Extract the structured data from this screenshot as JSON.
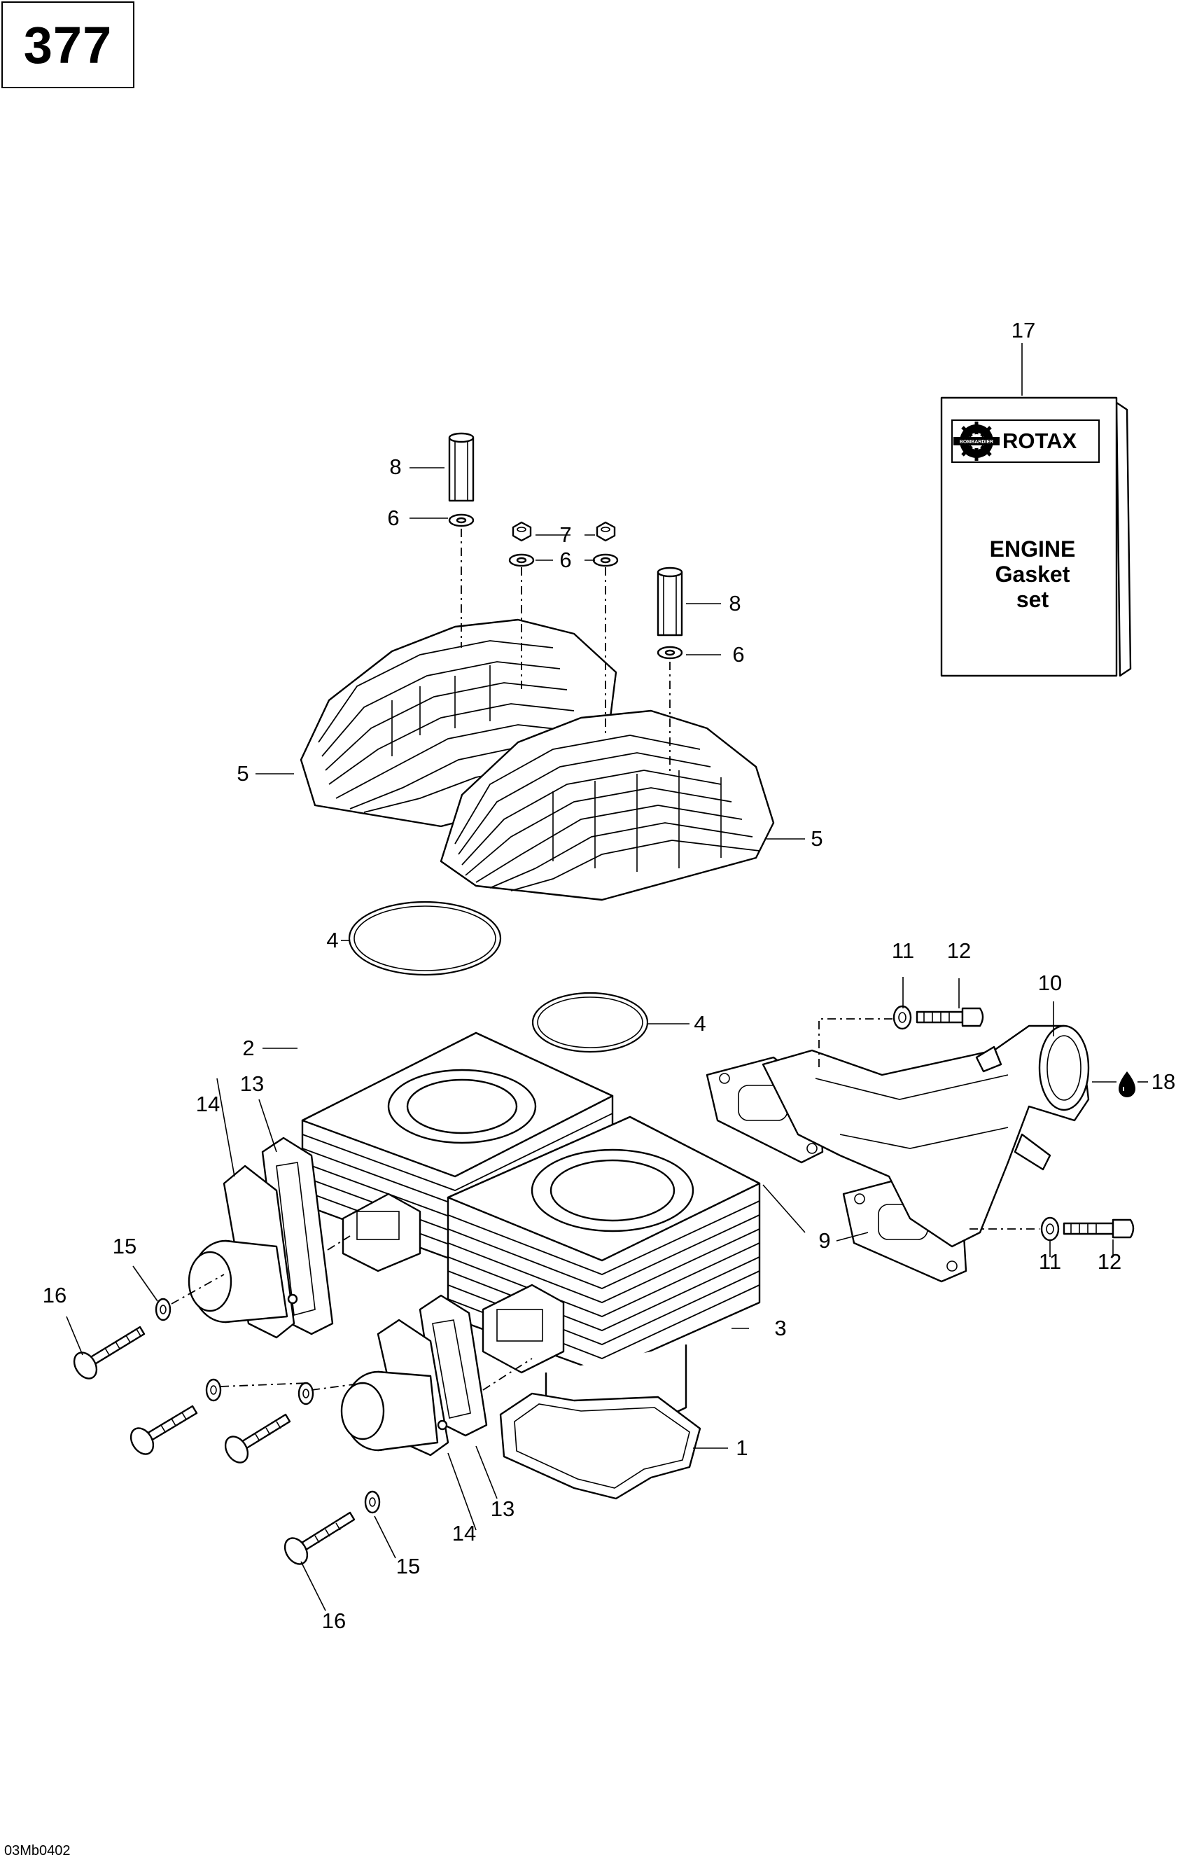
{
  "page": {
    "number": "377",
    "reference": "03Mb0402"
  },
  "manual": {
    "brand": "ROTAX",
    "seal_text": "BOMBARDIER",
    "title_line1": "ENGINE",
    "title_line2": "Gasket",
    "title_line3": "set"
  },
  "callouts": {
    "c1": "1",
    "c2": "2",
    "c3": "3",
    "c4a": "4",
    "c4b": "4",
    "c5a": "5",
    "c5b": "5",
    "c6a": "6",
    "c6b": "6",
    "c6c": "6",
    "c7": "7",
    "c8a": "8",
    "c8b": "8",
    "c9": "9",
    "c10": "10",
    "c11a": "11",
    "c11b": "11",
    "c12a": "12",
    "c12b": "12",
    "c13a": "13",
    "c13b": "13",
    "c14a": "14",
    "c14b": "14",
    "c15a": "15",
    "c15b": "15",
    "c16a": "16",
    "c16b": "16",
    "c17": "17",
    "c18": "18"
  },
  "icons": {
    "oil_drop": "oil-drop-icon"
  }
}
